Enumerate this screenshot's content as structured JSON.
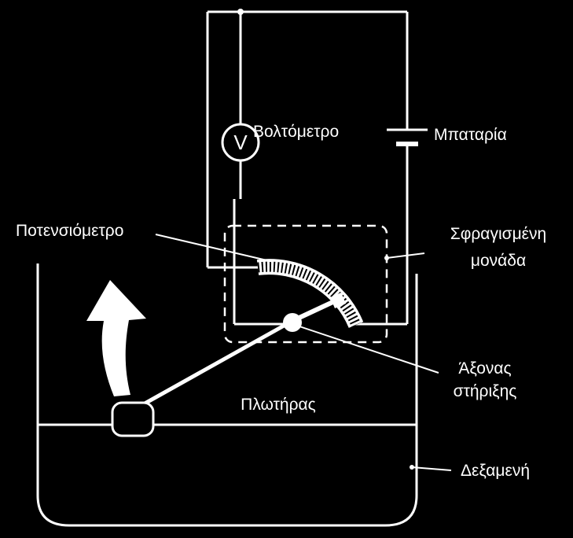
{
  "labels": {
    "voltmeter_symbol": "V",
    "voltmeter": "Βολτόμετρο",
    "battery": "Μπαταρία",
    "potentiometer": "Ποτενσιόμετρο",
    "sealed_unit_line1": "Σφραγισμένη",
    "sealed_unit_line2": "μονάδα",
    "pivot_line1": "Άξονας",
    "pivot_line2": "στήριξης",
    "float": "Πλωτήρας",
    "tank": "Δεξαμενή"
  },
  "colors": {
    "background": "#000000",
    "foreground": "#ffffff"
  }
}
